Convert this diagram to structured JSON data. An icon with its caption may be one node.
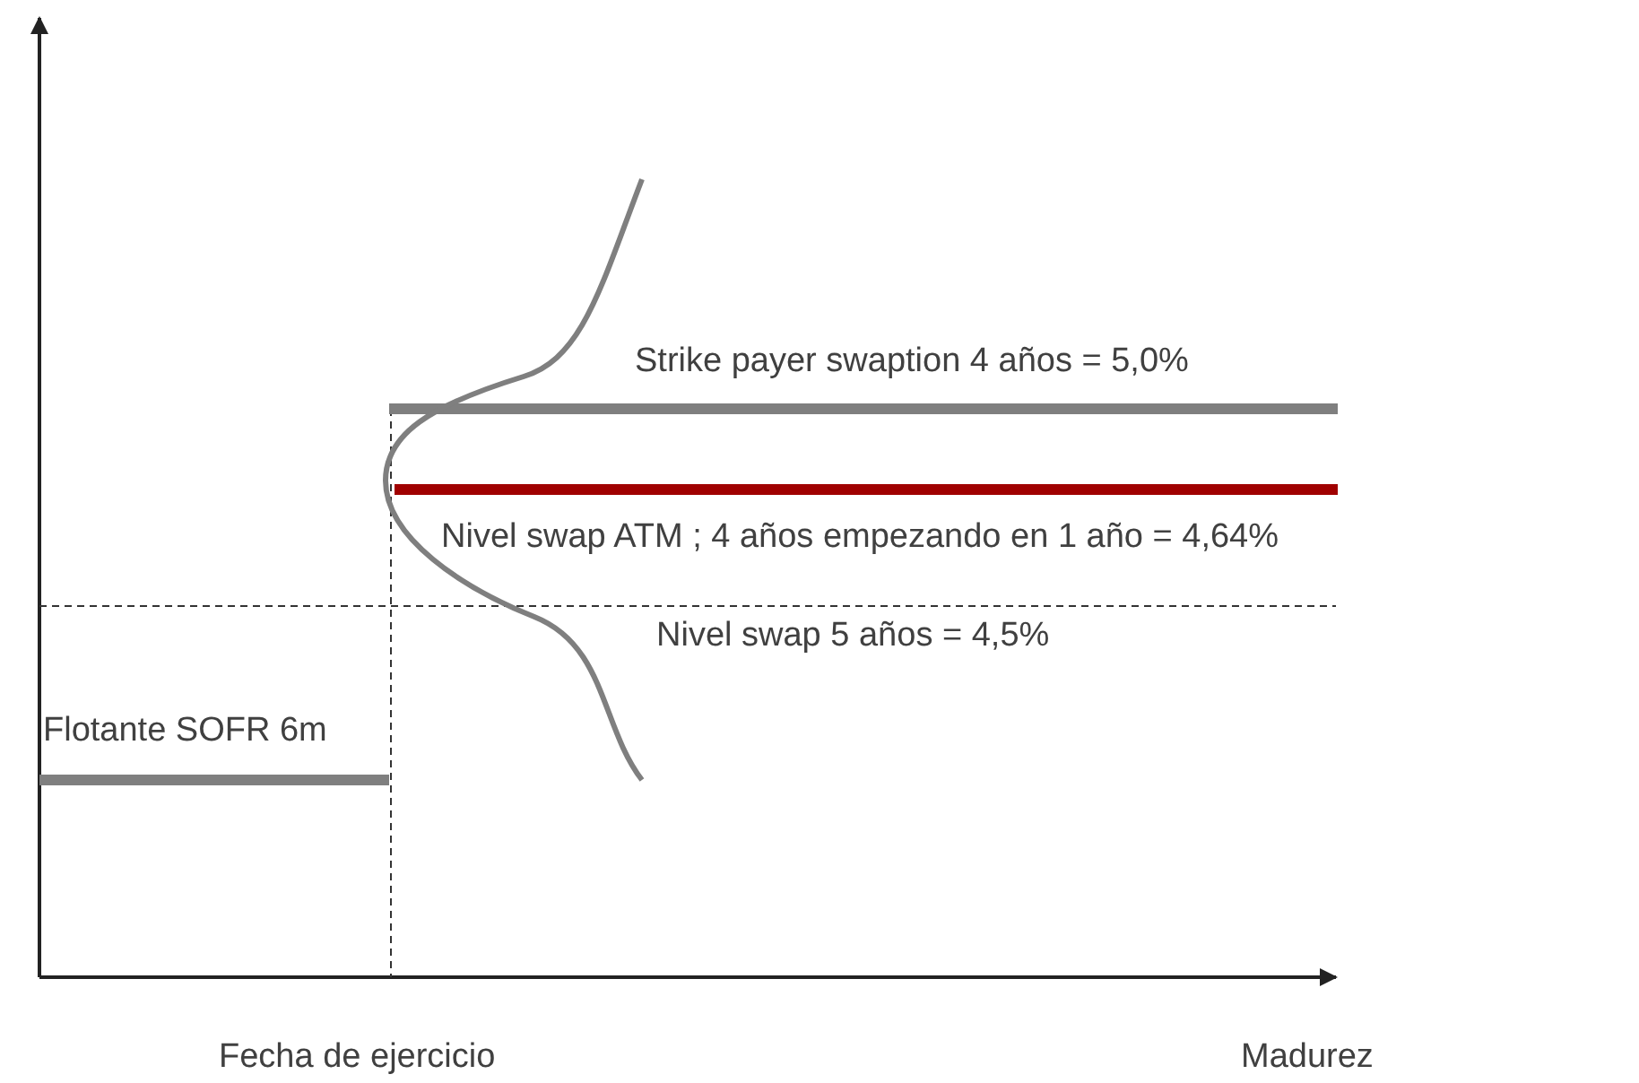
{
  "diagram": {
    "labels": [
      "Strike payer swaption 4 años = 5,0%",
      "Nivel swap ATM ; 4 años empezando en 1 año = 4,64%",
      "Nivel swap 5 años = 4,5%",
      "Flotante SOFR 6m",
      "Fecha de ejercicio",
      "Madurez"
    ]
  }
}
